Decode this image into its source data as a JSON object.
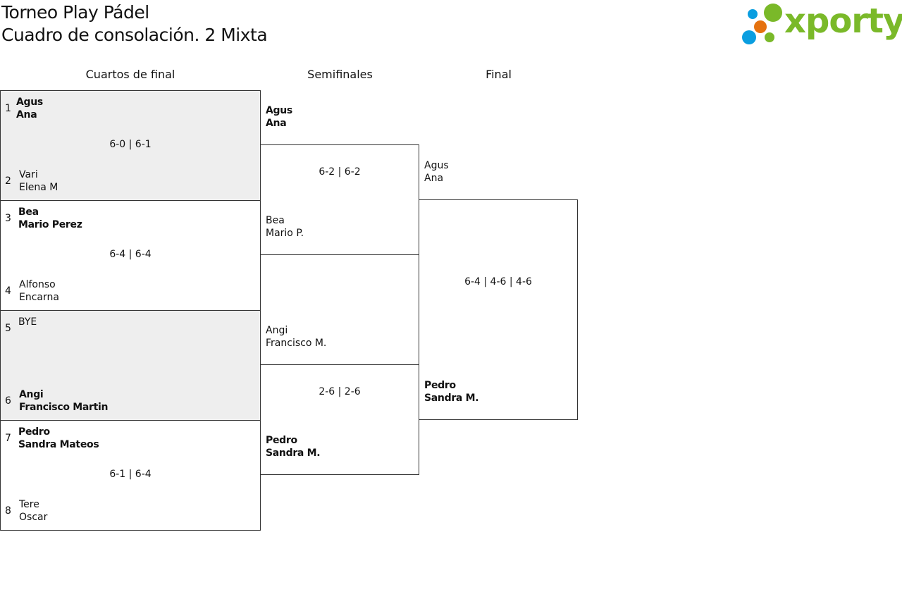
{
  "header": {
    "title": "Torneo Play Pádel",
    "subtitle": "Cuadro de consolación. 2 Mixta",
    "logo_text": "xporty"
  },
  "rounds": [
    "Cuartos de final",
    "Semifinales",
    "Final"
  ],
  "quarterfinals": [
    {
      "seed_a": "1",
      "a": [
        "Agus",
        "Ana"
      ],
      "a_win": true,
      "seed_b": "2",
      "b": [
        "Vari",
        "Elena M"
      ],
      "b_win": false,
      "score": "6-0 | 6-1"
    },
    {
      "seed_a": "3",
      "a": [
        "Bea",
        "Mario Perez"
      ],
      "a_win": true,
      "seed_b": "4",
      "b": [
        "Alfonso",
        "Encarna"
      ],
      "b_win": false,
      "score": "6-4 | 6-4"
    },
    {
      "seed_a": "5",
      "a": [
        "BYE",
        ""
      ],
      "a_win": false,
      "seed_b": "6",
      "b": [
        "Angi",
        "Francisco Martin"
      ],
      "b_win": true,
      "score": ""
    },
    {
      "seed_a": "7",
      "a": [
        "Pedro",
        "Sandra Mateos"
      ],
      "a_win": true,
      "seed_b": "8",
      "b": [
        "Tere",
        "Oscar"
      ],
      "b_win": false,
      "score": "6-1 | 6-4"
    }
  ],
  "semifinals": [
    {
      "a": [
        "Agus",
        "Ana"
      ],
      "b": [
        "Bea",
        "Mario P."
      ],
      "score": "6-2 | 6-2"
    },
    {
      "a": [
        "Angi",
        "Francisco M."
      ],
      "b": [
        "Pedro",
        "Sandra M."
      ],
      "score": "2-6 | 2-6"
    }
  ],
  "final": {
    "a": [
      "Agus",
      "Ana"
    ],
    "b": [
      "Pedro",
      "Sandra M."
    ],
    "score": "6-4 | 4-6 | 4-6"
  },
  "colors": {
    "logo_green": "#7ab929",
    "logo_blue": "#0a9ee0",
    "logo_orange": "#e5720f",
    "match_shade": "#eeeeee"
  }
}
